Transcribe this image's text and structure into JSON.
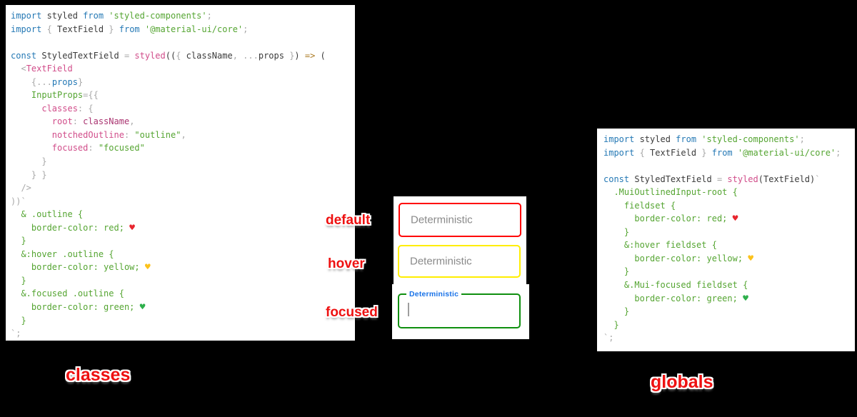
{
  "palette": {
    "blue": "#2579b5",
    "text": "#3b3b3b",
    "green": "#55a532",
    "pink": "#d14d8a",
    "pink2": "#aa3571",
    "grey": "#a9a9a9",
    "orange": "#ab7a23",
    "heartRed": "#e8252e",
    "heartYellow": "#fcc21b",
    "heartGreen": "#2eaf4b"
  },
  "annotations": {
    "color": "#ee1111",
    "default_label": "default",
    "hover_label": "hover",
    "focused_label": "focused",
    "caption_left": "classes",
    "caption_right": "globals"
  },
  "fields": {
    "default": {
      "placeholder": "Deterministic",
      "border_color": "#ff0000"
    },
    "hover": {
      "placeholder": "Deterministic",
      "border_color": "#ffee00"
    },
    "focused": {
      "notch_label": "Deterministic",
      "border_color": "#0f8f0f",
      "label_color": "#1a73e8"
    }
  },
  "code_left": {
    "lines": [
      [
        {
          "t": "import",
          "c": "blue"
        },
        {
          "t": " styled ",
          "c": "text"
        },
        {
          "t": "from",
          "c": "blue"
        },
        {
          "t": " 'styled-components'",
          "c": "green"
        },
        {
          "t": ";",
          "c": "grey"
        }
      ],
      [
        {
          "t": "import",
          "c": "blue"
        },
        {
          "t": " ",
          "c": "text"
        },
        {
          "t": "{ ",
          "c": "grey"
        },
        {
          "t": "TextField ",
          "c": "text"
        },
        {
          "t": "} ",
          "c": "grey"
        },
        {
          "t": "from",
          "c": "blue"
        },
        {
          "t": " '@material-ui/core'",
          "c": "green"
        },
        {
          "t": ";",
          "c": "grey"
        }
      ],
      [],
      [
        {
          "t": "const",
          "c": "blue"
        },
        {
          "t": " StyledTextField ",
          "c": "text"
        },
        {
          "t": "= ",
          "c": "grey"
        },
        {
          "t": "styled",
          "c": "pink"
        },
        {
          "t": "((",
          "c": "text"
        },
        {
          "t": "{ ",
          "c": "grey"
        },
        {
          "t": "className",
          "c": "text"
        },
        {
          "t": ", ",
          "c": "grey"
        },
        {
          "t": "...",
          "c": "grey"
        },
        {
          "t": "props",
          "c": "text"
        },
        {
          "t": " }",
          "c": "grey"
        },
        {
          "t": ") ",
          "c": "text"
        },
        {
          "t": "=>",
          "c": "orange"
        },
        {
          "t": " (",
          "c": "text"
        }
      ],
      [
        {
          "t": "  <",
          "c": "grey"
        },
        {
          "t": "TextField",
          "c": "pink"
        }
      ],
      [
        {
          "t": "    {",
          "c": "grey"
        },
        {
          "t": "...",
          "c": "grey"
        },
        {
          "t": "props",
          "c": "blue"
        },
        {
          "t": "}",
          "c": "grey"
        }
      ],
      [
        {
          "t": "    InputProps",
          "c": "green"
        },
        {
          "t": "={{",
          "c": "grey"
        }
      ],
      [
        {
          "t": "      classes",
          "c": "pink"
        },
        {
          "t": ": {",
          "c": "grey"
        }
      ],
      [
        {
          "t": "        root",
          "c": "pink"
        },
        {
          "t": ": ",
          "c": "grey"
        },
        {
          "t": "className",
          "c": "pink2"
        },
        {
          "t": ",",
          "c": "grey"
        }
      ],
      [
        {
          "t": "        notchedOutline",
          "c": "pink"
        },
        {
          "t": ": ",
          "c": "grey"
        },
        {
          "t": "\"outline\"",
          "c": "green"
        },
        {
          "t": ",",
          "c": "grey"
        }
      ],
      [
        {
          "t": "        focused",
          "c": "pink"
        },
        {
          "t": ": ",
          "c": "grey"
        },
        {
          "t": "\"focused\"",
          "c": "green"
        }
      ],
      [
        {
          "t": "      }",
          "c": "grey"
        }
      ],
      [
        {
          "t": "    } }",
          "c": "grey"
        }
      ],
      [
        {
          "t": "  />",
          "c": "grey"
        }
      ],
      [
        {
          "t": "))`",
          "c": "grey"
        }
      ],
      [
        {
          "t": "  & .outline {",
          "c": "green"
        }
      ],
      [
        {
          "t": "    border-color: red; ",
          "c": "green"
        },
        {
          "t": "♥",
          "c": "heartRed"
        }
      ],
      [
        {
          "t": "  }",
          "c": "green"
        }
      ],
      [
        {
          "t": "  &:hover .outline {",
          "c": "green"
        }
      ],
      [
        {
          "t": "    border-color: yellow; ",
          "c": "green"
        },
        {
          "t": "♥",
          "c": "heartYellow"
        }
      ],
      [
        {
          "t": "  }",
          "c": "green"
        }
      ],
      [
        {
          "t": "  &.focused .outline {",
          "c": "green"
        }
      ],
      [
        {
          "t": "    border-color: green; ",
          "c": "green"
        },
        {
          "t": "♥",
          "c": "heartGreen"
        }
      ],
      [
        {
          "t": "  }",
          "c": "green"
        }
      ],
      [
        {
          "t": "`;",
          "c": "grey"
        }
      ]
    ]
  },
  "code_right": {
    "lines": [
      [
        {
          "t": "import",
          "c": "blue"
        },
        {
          "t": " styled ",
          "c": "text"
        },
        {
          "t": "from",
          "c": "blue"
        },
        {
          "t": " 'styled-components'",
          "c": "green"
        },
        {
          "t": ";",
          "c": "grey"
        }
      ],
      [
        {
          "t": "import",
          "c": "blue"
        },
        {
          "t": " ",
          "c": "text"
        },
        {
          "t": "{ ",
          "c": "grey"
        },
        {
          "t": "TextField ",
          "c": "text"
        },
        {
          "t": "} ",
          "c": "grey"
        },
        {
          "t": "from",
          "c": "blue"
        },
        {
          "t": " '@material-ui/core'",
          "c": "green"
        },
        {
          "t": ";",
          "c": "grey"
        }
      ],
      [],
      [
        {
          "t": "const",
          "c": "blue"
        },
        {
          "t": " StyledTextField ",
          "c": "text"
        },
        {
          "t": "= ",
          "c": "grey"
        },
        {
          "t": "styled",
          "c": "pink"
        },
        {
          "t": "(TextField)",
          "c": "text"
        },
        {
          "t": "`",
          "c": "grey"
        }
      ],
      [
        {
          "t": "  .MuiOutlinedInput-root {",
          "c": "green"
        }
      ],
      [
        {
          "t": "    fieldset {",
          "c": "green"
        }
      ],
      [
        {
          "t": "      border-color: red; ",
          "c": "green"
        },
        {
          "t": "♥",
          "c": "heartRed"
        }
      ],
      [
        {
          "t": "    }",
          "c": "green"
        }
      ],
      [
        {
          "t": "    &:hover fieldset {",
          "c": "green"
        }
      ],
      [
        {
          "t": "      border-color: yellow; ",
          "c": "green"
        },
        {
          "t": "♥",
          "c": "heartYellow"
        }
      ],
      [
        {
          "t": "    }",
          "c": "green"
        }
      ],
      [
        {
          "t": "    &.Mui-focused fieldset {",
          "c": "green"
        }
      ],
      [
        {
          "t": "      border-color: green; ",
          "c": "green"
        },
        {
          "t": "♥",
          "c": "heartGreen"
        }
      ],
      [
        {
          "t": "    }",
          "c": "green"
        }
      ],
      [
        {
          "t": "  }",
          "c": "green"
        }
      ],
      [
        {
          "t": "`;",
          "c": "grey"
        }
      ]
    ]
  }
}
